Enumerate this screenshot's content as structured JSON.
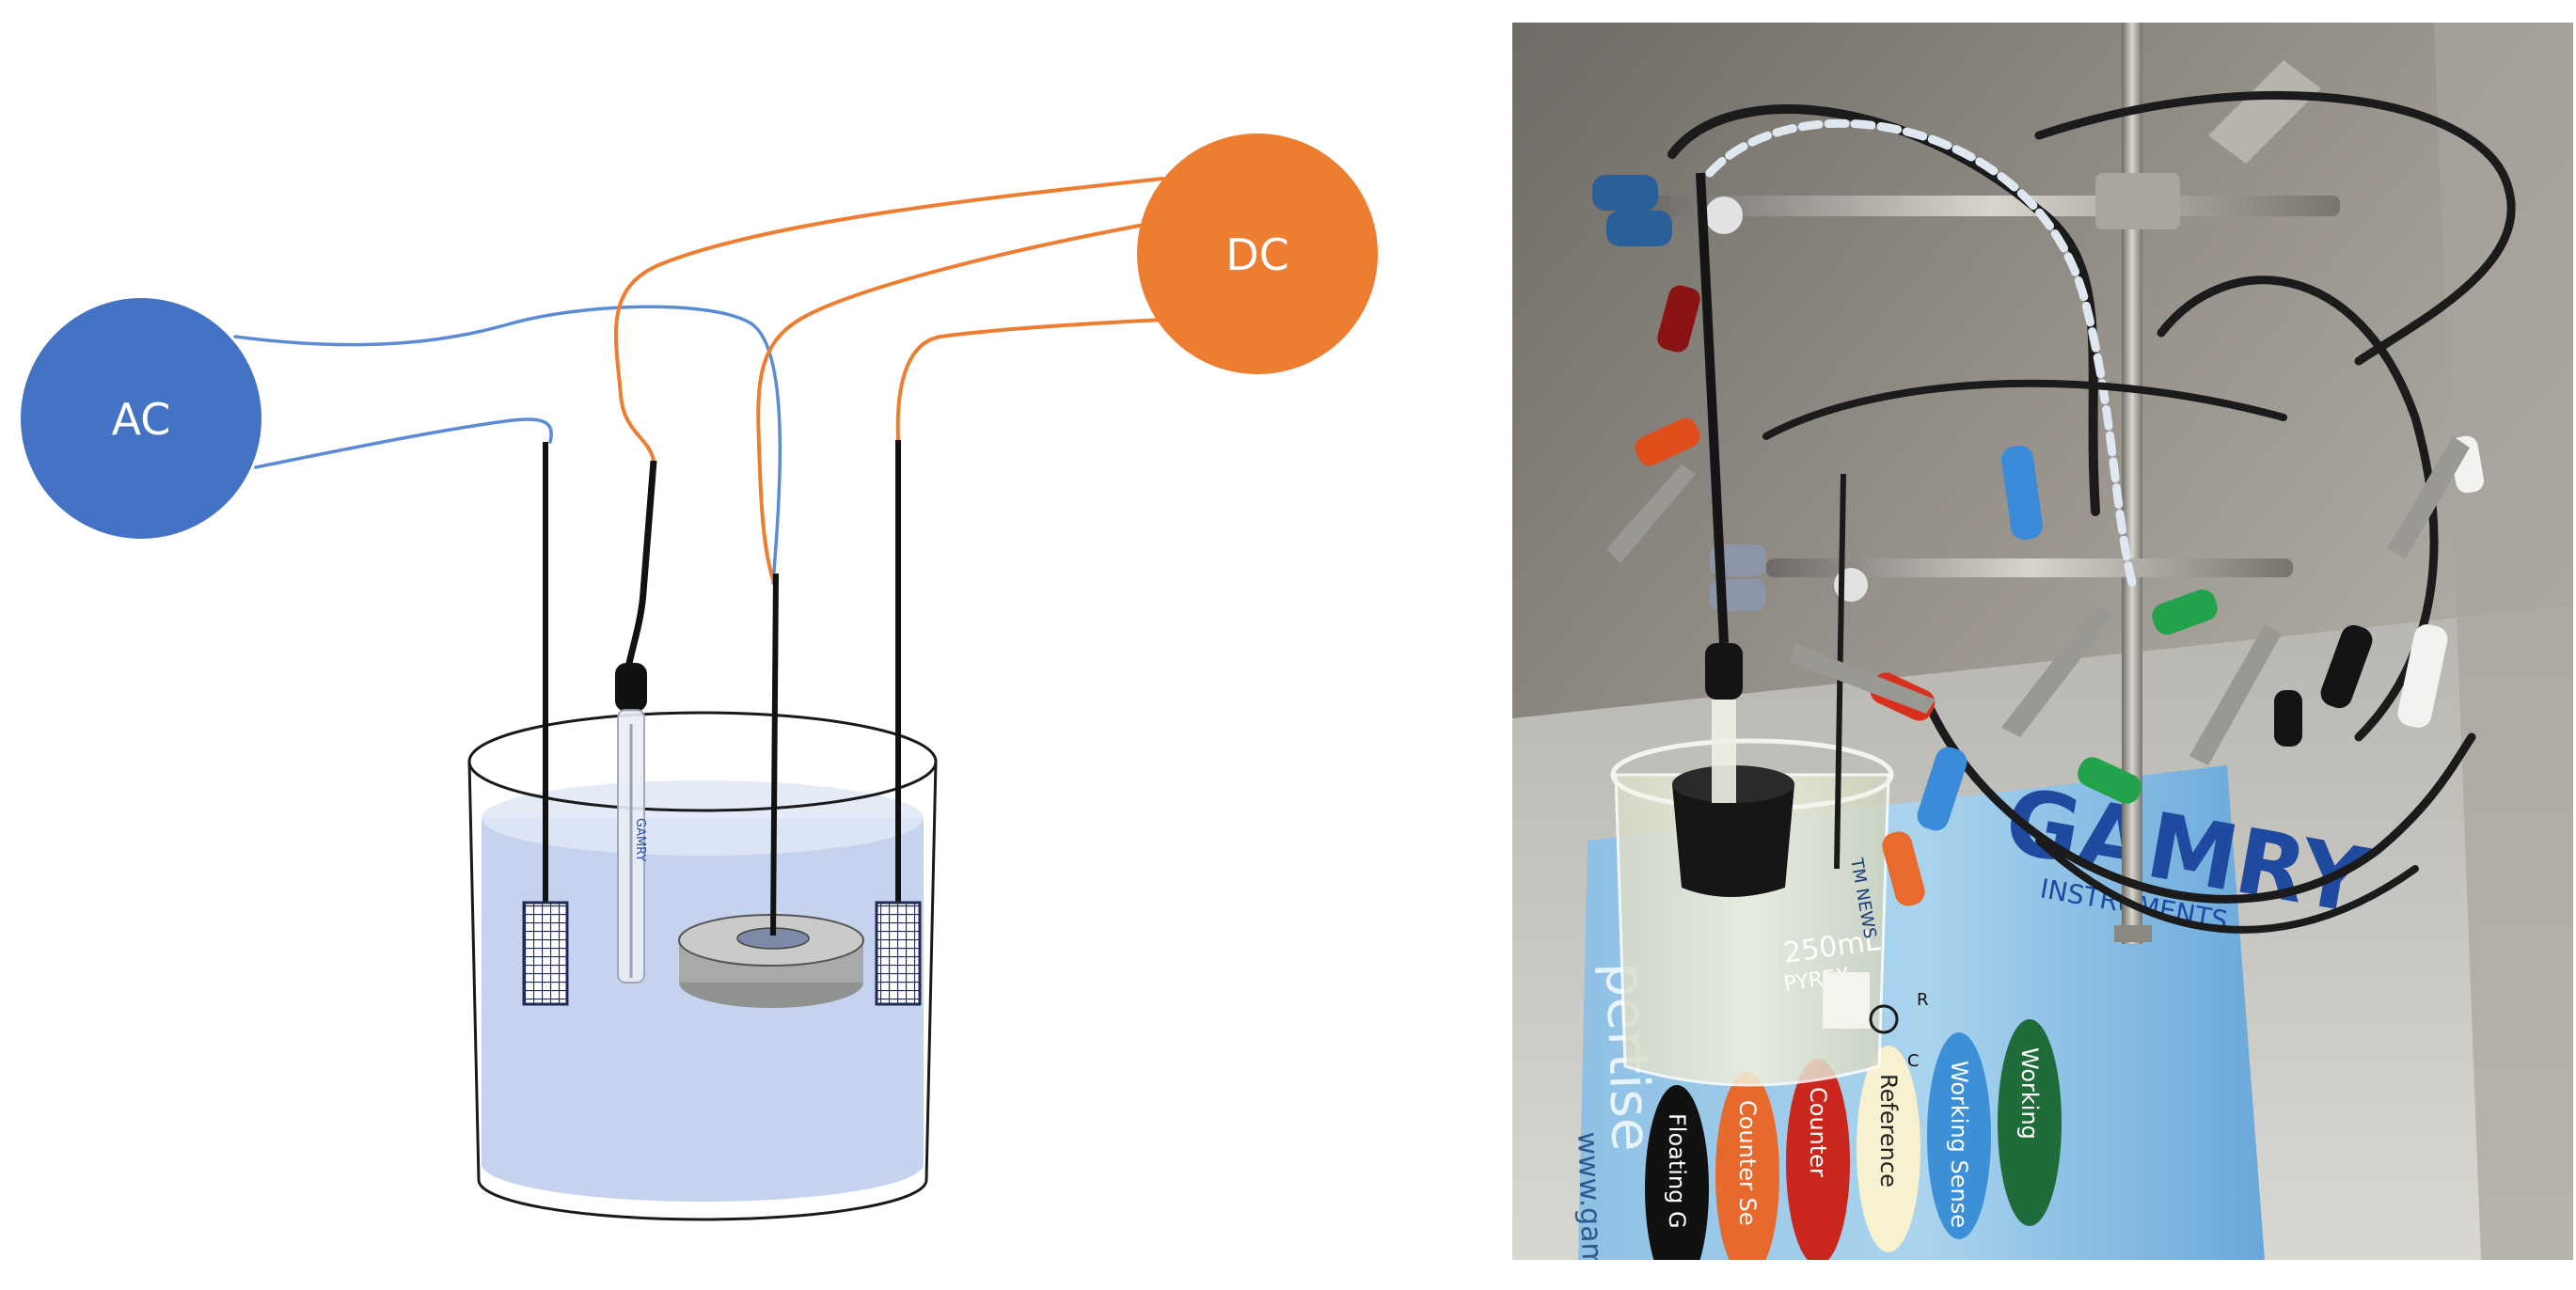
{
  "diagram": {
    "sources": {
      "ac": {
        "label": "AC",
        "color": "#4472c4"
      },
      "dc": {
        "label": "DC",
        "color": "#ed7d31"
      }
    },
    "wire_colors": {
      "ac": "#5b8bd4",
      "dc": "#ed7d31"
    },
    "liquid_color": "#c5d3ee",
    "sample_color": "#a7aaa8",
    "electrode_labels": [
      "GAMRY"
    ]
  },
  "photo": {
    "brand_text": "GAMRY",
    "brand_subtext": "INSTRUMENTS",
    "card_side_text": "pertise",
    "card_url": "www.gam",
    "beaker_volume": "250mL",
    "beaker_brand": "PYREX",
    "beaker_marks": [
      "R",
      "C"
    ],
    "beaker_marker_text": "TM  NEWS",
    "legend": [
      {
        "label": "Floating G",
        "color": "#111111",
        "text": "#ffffff"
      },
      {
        "label": "Counter Se",
        "color": "#e8692c",
        "text": "#ffffff"
      },
      {
        "label": "Counter",
        "color": "#c9261d",
        "text": "#ffffff"
      },
      {
        "label": "Reference",
        "color": "#f7f1d0",
        "text": "#222222"
      },
      {
        "label": "Working Sense",
        "color": "#3d8fd6",
        "text": "#ffffff"
      },
      {
        "label": "Working",
        "color": "#1f6b3a",
        "text": "#ffffff"
      }
    ]
  }
}
